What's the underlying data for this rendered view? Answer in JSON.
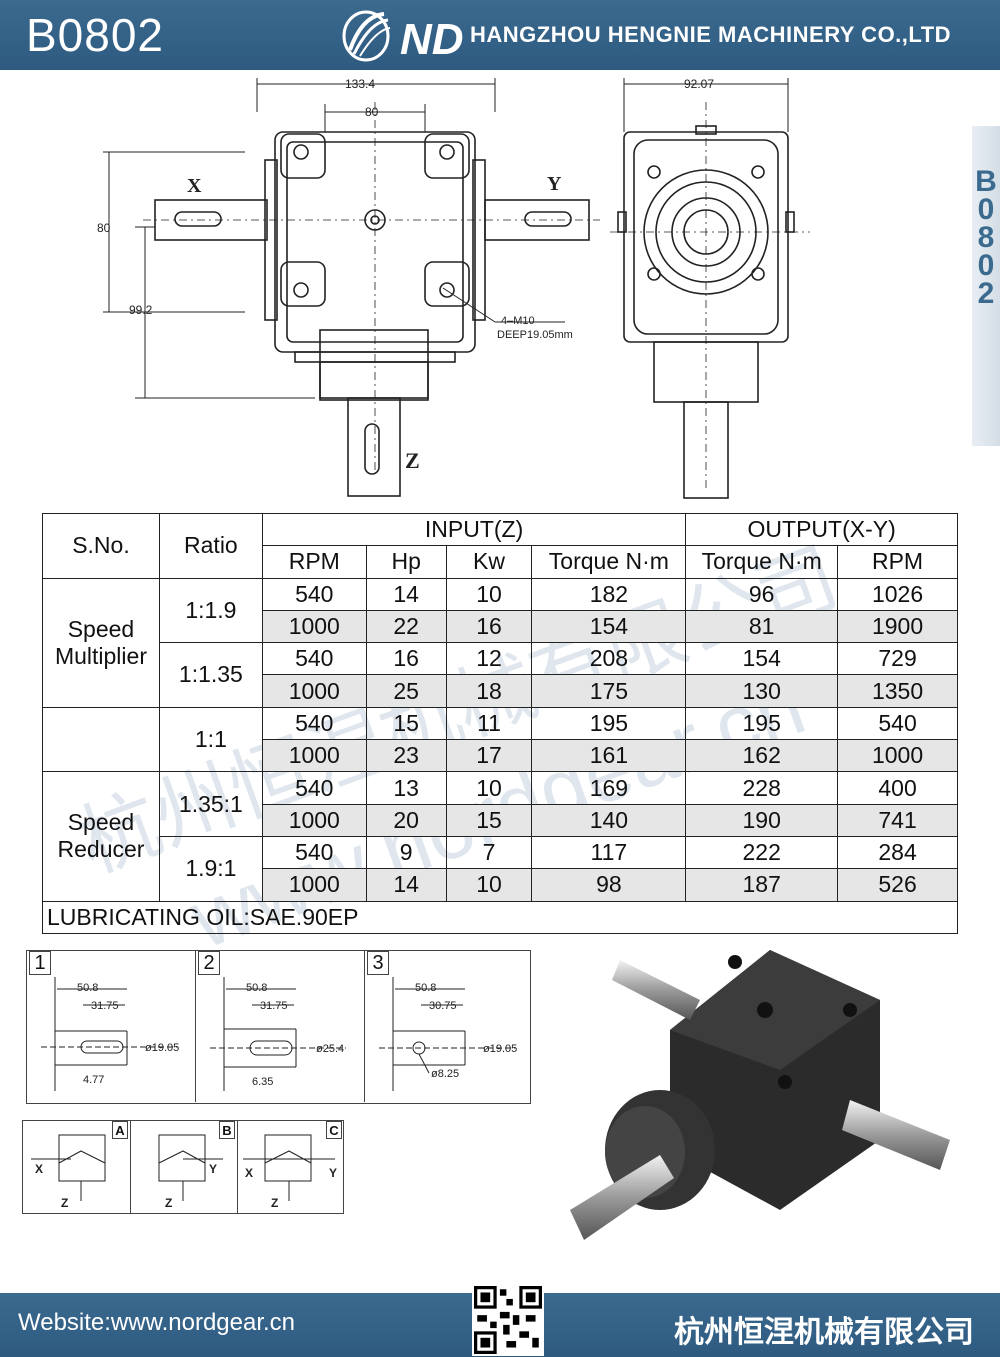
{
  "header": {
    "model": "B0802",
    "logo_text": "ND",
    "company_en": "HANGZHOU HENGNIE MACHINERY CO.,LTD"
  },
  "side_tab": {
    "text": [
      "B",
      "0",
      "8",
      "0",
      "2"
    ]
  },
  "drawing": {
    "front": {
      "dim_total_width": "133.4",
      "dim_body_width": "80",
      "dim_height": "80",
      "dim_depth": "99.2",
      "label_x": "X",
      "label_y": "Y",
      "label_z": "Z",
      "note_line1": "4–M10",
      "note_line2": "DEEP19.05mm"
    },
    "side": {
      "dim_width": "92.07"
    }
  },
  "table": {
    "headers": {
      "sno": "S.No.",
      "ratio": "Ratio",
      "input": "INPUT(Z)",
      "output": "OUTPUT(X-Y)",
      "rpm": "RPM",
      "hp": "Hp",
      "kw": "Kw",
      "torque_in": "Torque N·m",
      "torque_out": "Torque N·m",
      "rpm_out": "RPM"
    },
    "groups": [
      {
        "label_line1": "Speed",
        "label_line2": "Multiplier",
        "ratios": [
          {
            "ratio": "1:1.9",
            "rows": [
              [
                "540",
                "14",
                "10",
                "182",
                "96",
                "1026"
              ],
              [
                "1000",
                "22",
                "16",
                "154",
                "81",
                "1900"
              ]
            ]
          },
          {
            "ratio": "1:1.35",
            "rows": [
              [
                "540",
                "16",
                "12",
                "208",
                "154",
                "729"
              ],
              [
                "1000",
                "25",
                "18",
                "175",
                "130",
                "1350"
              ]
            ]
          }
        ]
      },
      {
        "label_line1": "",
        "label_line2": "",
        "ratios": [
          {
            "ratio": "1:1",
            "rows": [
              [
                "540",
                "15",
                "11",
                "195",
                "195",
                "540"
              ],
              [
                "1000",
                "23",
                "17",
                "161",
                "162",
                "1000"
              ]
            ]
          }
        ]
      },
      {
        "label_line1": "Speed",
        "label_line2": "Reducer",
        "ratios": [
          {
            "ratio": "1.35:1",
            "rows": [
              [
                "540",
                "13",
                "10",
                "169",
                "228",
                "400"
              ],
              [
                "1000",
                "20",
                "15",
                "140",
                "190",
                "741"
              ]
            ]
          },
          {
            "ratio": "1.9:1",
            "rows": [
              [
                "540",
                "9",
                "7",
                "117",
                "222",
                "284"
              ],
              [
                "1000",
                "14",
                "10",
                "98",
                "187",
                "526"
              ]
            ]
          }
        ]
      }
    ],
    "oil": "LUBRICATING OIL:SAE.90EP"
  },
  "keyways": [
    {
      "num": "1",
      "d1": "50.8",
      "d2": "31.75",
      "dia": "ø19.05",
      "key": "4.77"
    },
    {
      "num": "2",
      "d1": "50.8",
      "d2": "31.75",
      "dia": "ø25.4",
      "key": "6.35"
    },
    {
      "num": "3",
      "d1": "50.8",
      "d2": "30.75",
      "dia": "ø19.05",
      "key": "ø8.25"
    }
  ],
  "configs": [
    {
      "letter": "A",
      "x": "X",
      "y": "",
      "z": "Z"
    },
    {
      "letter": "B",
      "x": "",
      "y": "Y",
      "z": "Z"
    },
    {
      "letter": "C",
      "x": "X",
      "y": "Y",
      "z": "Z"
    }
  ],
  "watermark": {
    "cn": "杭州恒涅机械有限公司",
    "url": "www.nordgear.cn"
  },
  "footer": {
    "website": "Website:www.nordgear.cn",
    "company_cn": "杭州恒涅机械有限公司"
  },
  "colors": {
    "brand": "#2e5a80",
    "row_grey": "#e6e6e6",
    "line": "#222222"
  }
}
